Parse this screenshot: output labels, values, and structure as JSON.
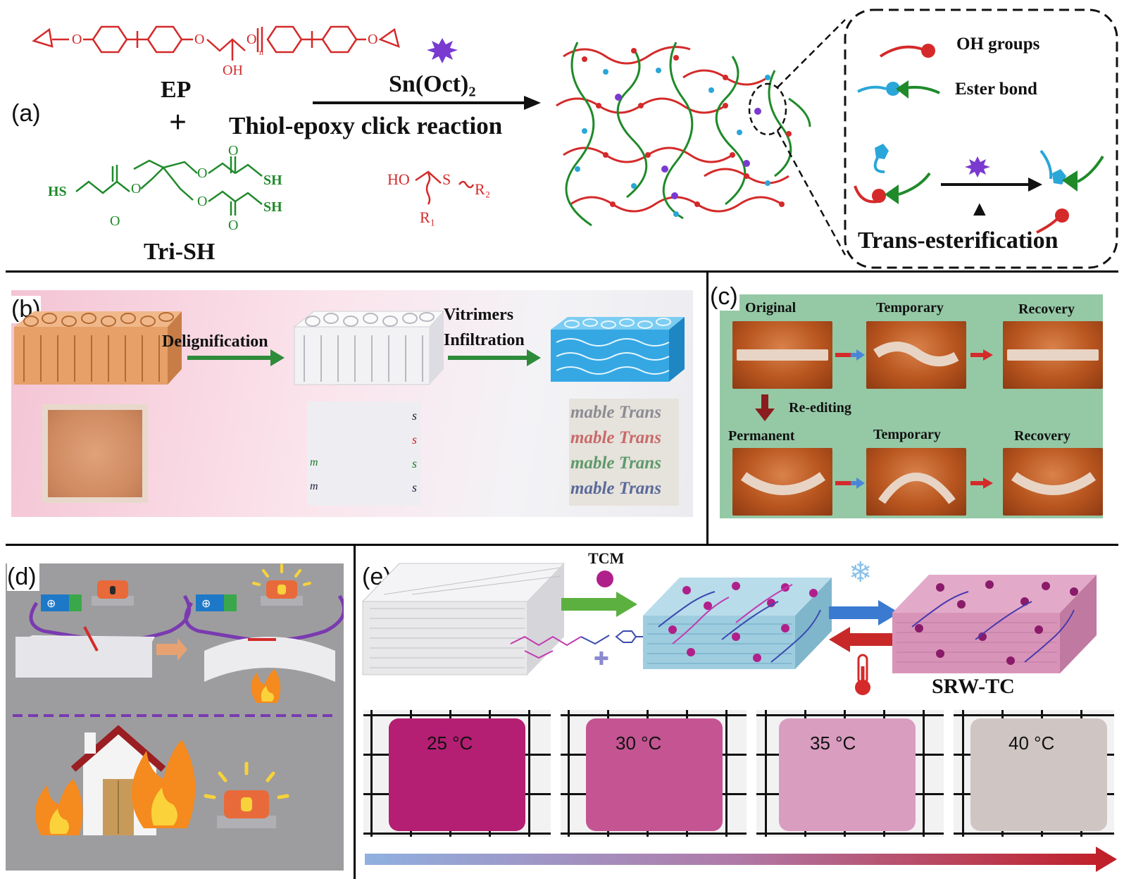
{
  "panels": {
    "a": {
      "label": "(a)",
      "ep_label": "EP",
      "plus": "+",
      "oh_label": "OH",
      "n_label": "n",
      "catalyst": "Sn(Oct)₂",
      "reaction": "Thiol-epoxy click reaction",
      "trisha_label": "Tri-SH",
      "hs_left": "HS",
      "sh_top": "SH",
      "sh_bottom": "SH",
      "o_label": "O",
      "product_ho": "HO",
      "product_s": "S",
      "product_r2": "R₂",
      "product_r1": "R₁",
      "legend_oh": "OH groups",
      "legend_ester": "Ester bond",
      "heat": "▲",
      "trans": "Trans-esterification",
      "colors": {
        "red": "#d42a2a",
        "green": "#1f8a2a",
        "blue": "#2aa6d8",
        "purple": "#7a3ad0"
      }
    },
    "b": {
      "label": "(b)",
      "step1": "Delignification",
      "step2_line1": "Vitrimers",
      "step2_line2": "Infiltration",
      "text_rows": [
        "mable Trans",
        "mable Trans",
        "mable Trans",
        "mable Trans"
      ],
      "edge_s": "s",
      "edge_m": "m"
    },
    "c": {
      "label": "(c)",
      "row1": [
        "Original",
        "Temporary",
        "Recovery"
      ],
      "row2": [
        "Permanent",
        "Temporary",
        "Recovery"
      ],
      "reedit": "Re-editing"
    },
    "d": {
      "label": "(d)"
    },
    "e": {
      "label": "(e)",
      "tcm": "TCM",
      "product": "SRW-TC",
      "temps": [
        "25 °C",
        "30 °C",
        "35 °C",
        "40 °C"
      ],
      "tile_colors": [
        "#b41f73",
        "#c45592",
        "#d99dc0",
        "#cfc6c4"
      ],
      "snow": "❄"
    }
  }
}
